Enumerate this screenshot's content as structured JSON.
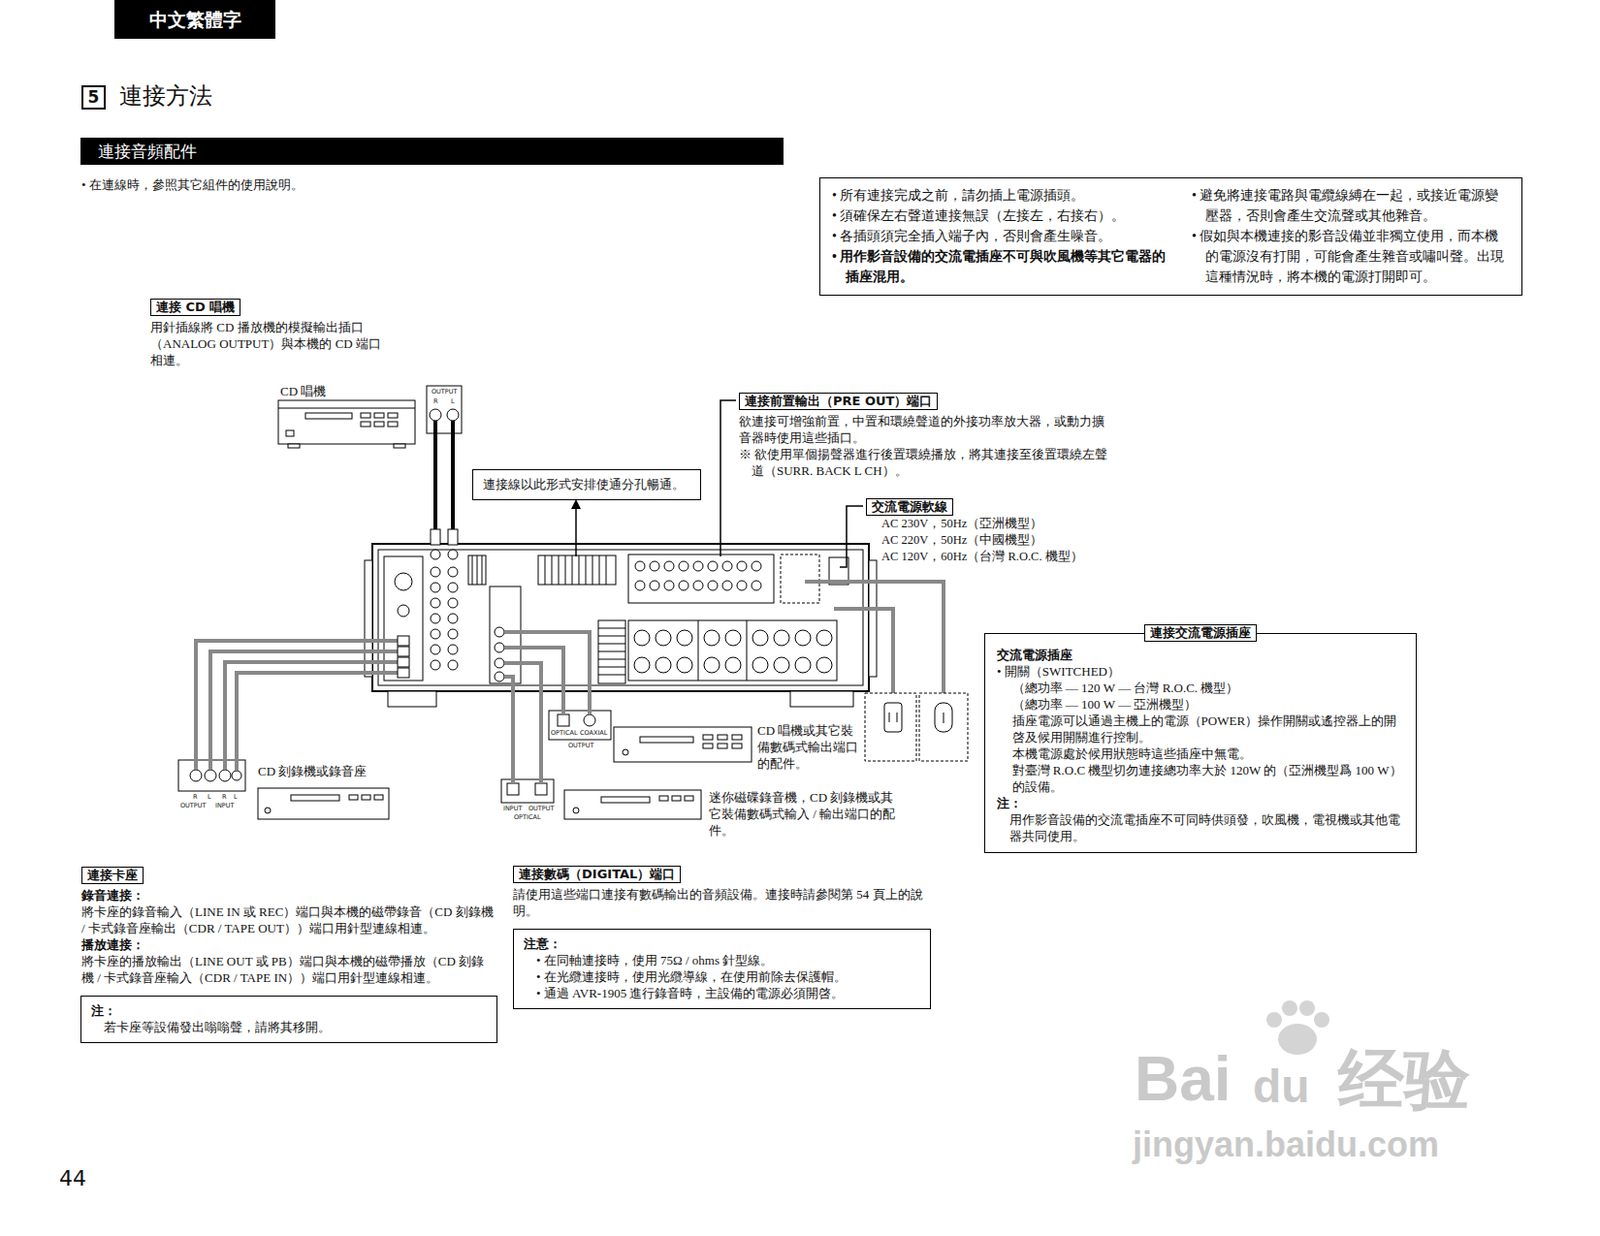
{
  "diagram": {
    "title": "連接方法",
    "nodes": [
      {
        "text": [
          "中文繁體字"
        ]
      },
      {
        "text": [
          "5"
        ]
      },
      {
        "text": [
          "連接音頻配件"
        ]
      },
      {
        "text": [
          "• 所有連接完成之前，請勿插上電源插頭。",
          "• 須確保左右聲道連接無誤（左接左，右接右）。",
          "• 各插頭須完全插入端子內，否則會產生噪音。",
          "• 用作影音設備的交流電插座不可與吹風機等其它電器的插座混用。",
          "• 避免將連接電路與電纜線縛在一起，或接近電源變壓器，否則會產生交流聲或其他雜音。",
          "• 假如與本機連接的影音設備並非獨立使用，而本機的電源沒有打開，可能會產生雜音或嘯叫聲。出現這種情況時，將本機的電源打開即可。"
        ]
      },
      {
        "text": [
          "連接 CD 唱機",
          "用針插線將 CD 播放機的模擬輸出插口（ANALOG OUTPUT）與本機的 CD 端口相連。"
        ]
      },
      {
        "text": [
          "連接前置輸出（PRE OUT）端口",
          "欲連接可增強前置，中置和環繞聲道的外接功率放大器，或動力擴音器時使用這些插口。",
          "※ 欲使用單個揚聲器進行後置環繞播放，將其連接至後置環繞左聲道（SURR. BACK L CH）。"
        ]
      },
      {
        "text": [
          "連接線以此形式安排使通分孔暢通。"
        ]
      },
      {
        "text": [
          "交流電源軟線",
          "AC 230V，50Hz（亞洲機型）",
          "AC 220V，50Hz（中國機型）",
          "AC 120V，60Hz（台灣 R.O.C. 機型）"
        ]
      },
      {
        "text": [
          "連接交流電源插座",
          "交流電源插座",
          "• 開關（SWITCHED）",
          "（總功率 — 120 W — 台灣 R.O.C. 機型）",
          "（總功率 — 100 W — 亞洲機型）",
          "插座電源可以通過主機上的電源（POWER）操作開關或遙控器上的開啓及候用開關進行控制。",
          "本機電源處於候用狀態時這些插座中無電。",
          "對臺灣 R.O.C 機型切勿連接總功率大於 120W 的（亞洲機型爲 100 W）的設備。",
          "注：",
          "用作影音設備的交流電插座不可同時供頭發，吹風機，電視機或其他電器共同使用。"
        ]
      },
      {
        "text": [
          "連接卡座",
          "錄音連接：",
          "將卡座的錄音輸入（LINE IN 或 REC）端口與本機的磁帶錄音（CD 刻錄機 / 卡式錄音座輸出（CDR / TAPE OUT））端口用針型連線相連。",
          "播放連接：",
          "將卡座的播放輸出（LINE OUT 或 PB）端口與本機的磁帶播放（CD 刻錄機 / 卡式錄音座輸入（CDR / TAPE IN））端口用針型連線相連。"
        ]
      },
      {
        "text": [
          "注：",
          "若卡座等設備發出嗡嗡聲，請將其移開。"
        ]
      },
      {
        "text": [
          "連接數碼（DIGITAL）端口",
          "請使用這些端口連接有數碼輸出的音頻設備。連接時請參閱第 54 頁上的說明。"
        ]
      },
      {
        "text": [
          "注意：",
          "• 在同軸連接時，使用 75Ω / ohms 針型線。",
          "• 在光纜連接時，使用光纜導線，在使用前除去保護帽。",
          "• 通過 AVR-1905 進行錄音時，主設備的電源必須開啓。"
        ]
      }
    ],
    "labels": [
      "• 在連線時，參照其它組件的使用說明。",
      "CD 唱機",
      "OUTPUT",
      "R",
      "L",
      "CD 唱機或其它裝備數碼式輸出端口的配件。",
      "OPTICAL",
      "COAXIAL",
      "OUTPUT",
      "CD 刻錄機或錄音座",
      "R",
      "L",
      "R",
      "L",
      "OUTPUT",
      "INPUT",
      "迷你磁碟錄音機，CD 刻錄機或其它裝備數碼式輸入 / 輸出端口的配件。",
      "INPUT",
      "OUTPUT",
      "OPTICAL",
      "44",
      "Bai",
      "du",
      "经验",
      "jingyan.baidu.com"
    ]
  }
}
